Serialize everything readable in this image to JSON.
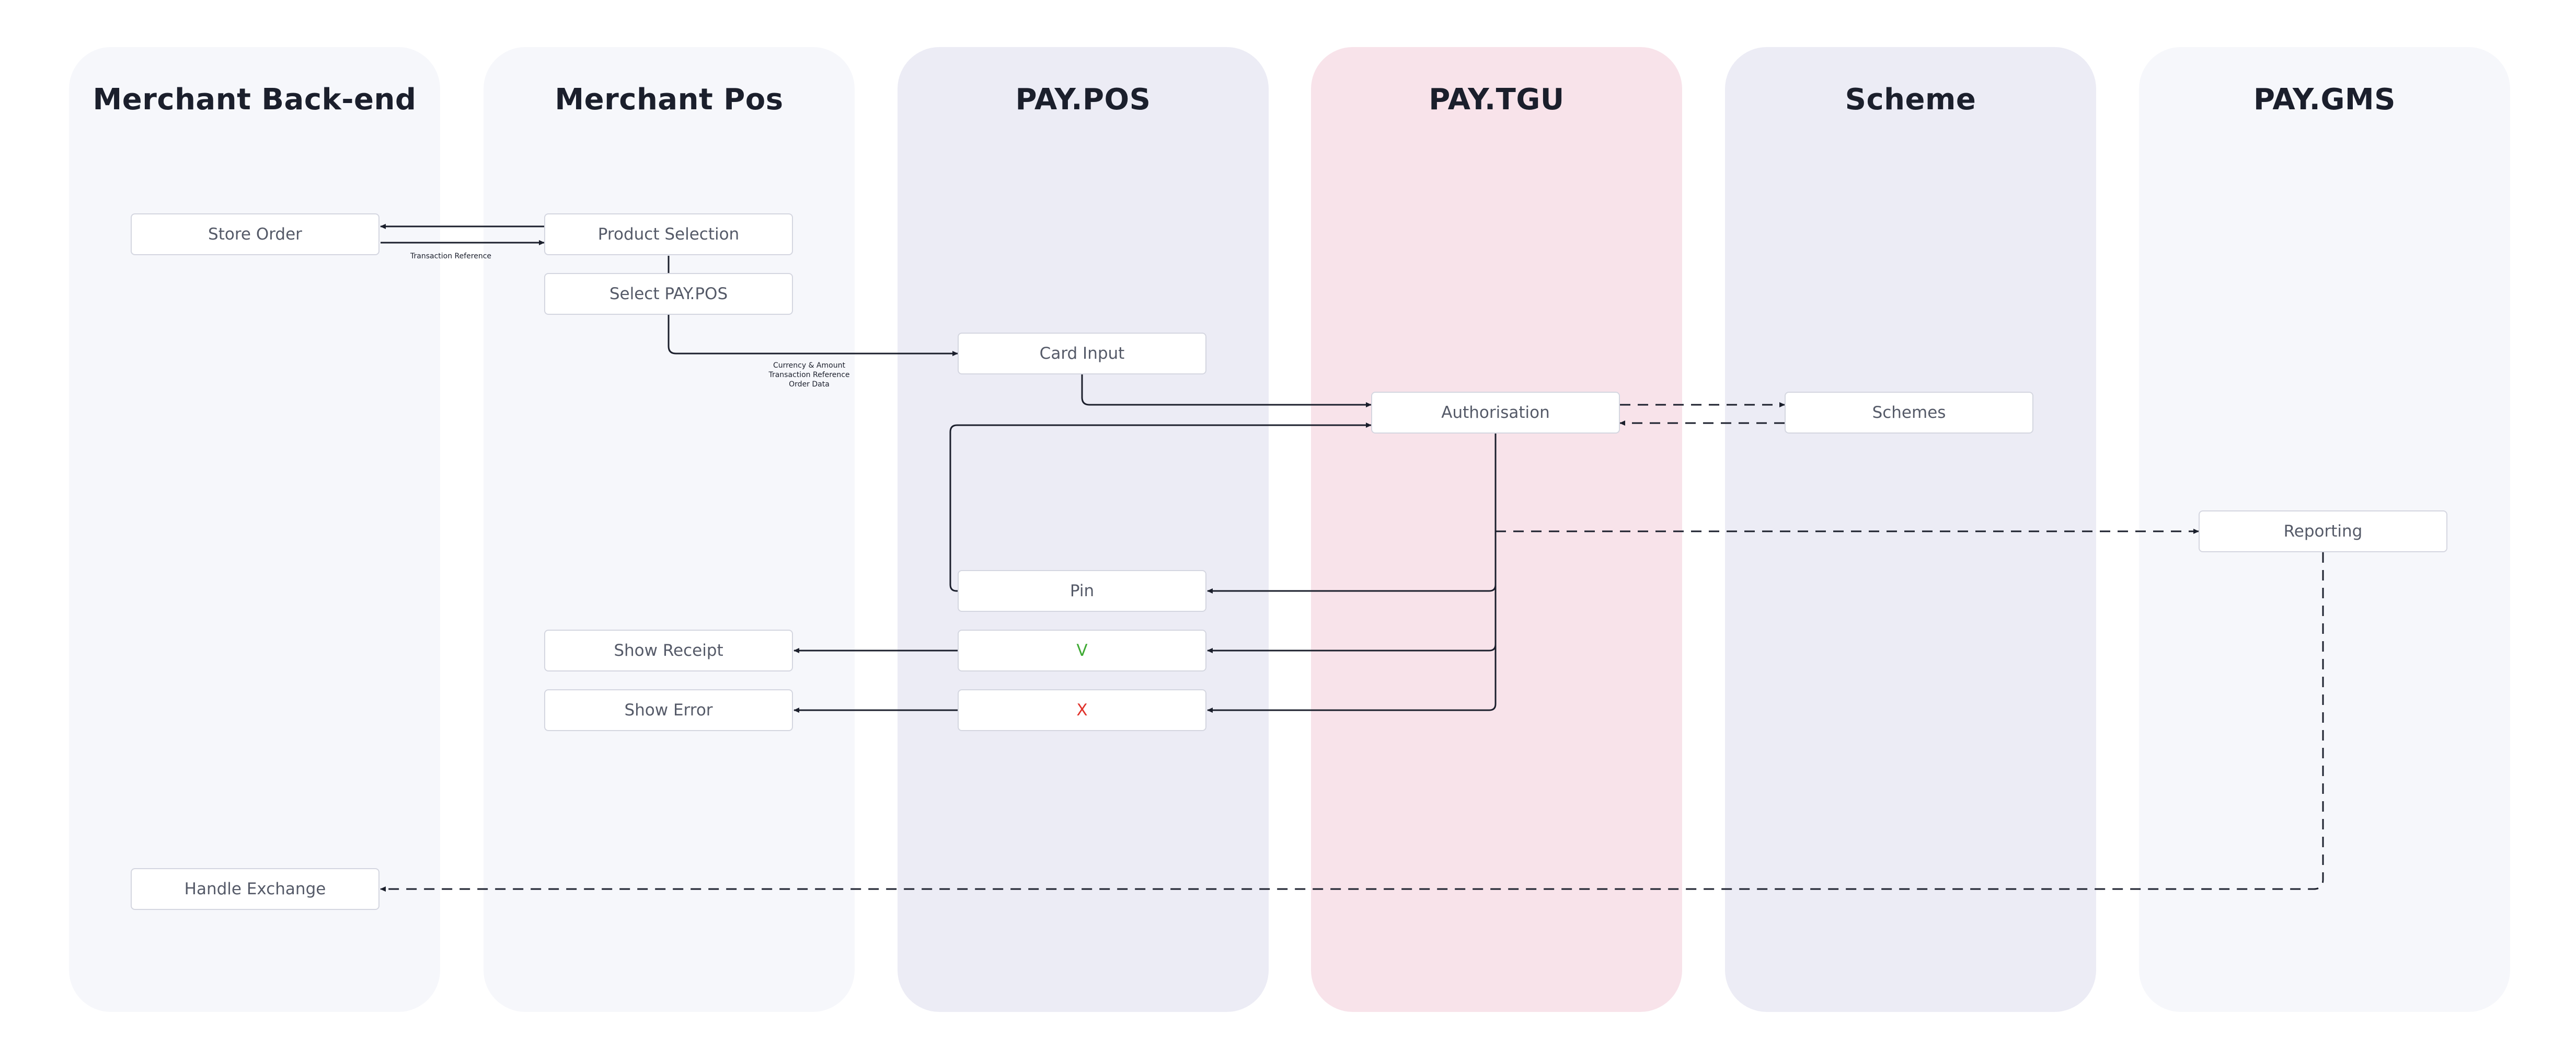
{
  "lanes": {
    "merchant_backend": "Merchant Back-end",
    "merchant_pos": "Merchant Pos",
    "pay_pos": "PAY.POS",
    "pay_tgu": "PAY.TGU",
    "scheme": "Scheme",
    "pay_gms": "PAY.GMS"
  },
  "nodes": {
    "store_order": "Store Order",
    "product_selection": "Product Selection",
    "select_paypos": "Select PAY.POS",
    "card_input": "Card Input",
    "authorisation": "Authorisation",
    "schemes": "Schemes",
    "reporting": "Reporting",
    "pin": "Pin",
    "approved": "V",
    "declined": "X",
    "show_receipt": "Show Receipt",
    "show_error": "Show Error",
    "handle_exchange": "Handle Exchange"
  },
  "edge_labels": {
    "transaction_reference": "Transaction Reference",
    "currency_amount": "Currency & Amount",
    "transaction_reference_2": "Transaction Reference",
    "order_data": "Order Data"
  },
  "colors": {
    "lane_plain": "#f6f7fb",
    "lane_purple": "#ececf5",
    "lane_pink": "#f8e3ea",
    "approved": "#3faa34",
    "declined": "#e0322b",
    "edge": "#1b1f2c"
  }
}
